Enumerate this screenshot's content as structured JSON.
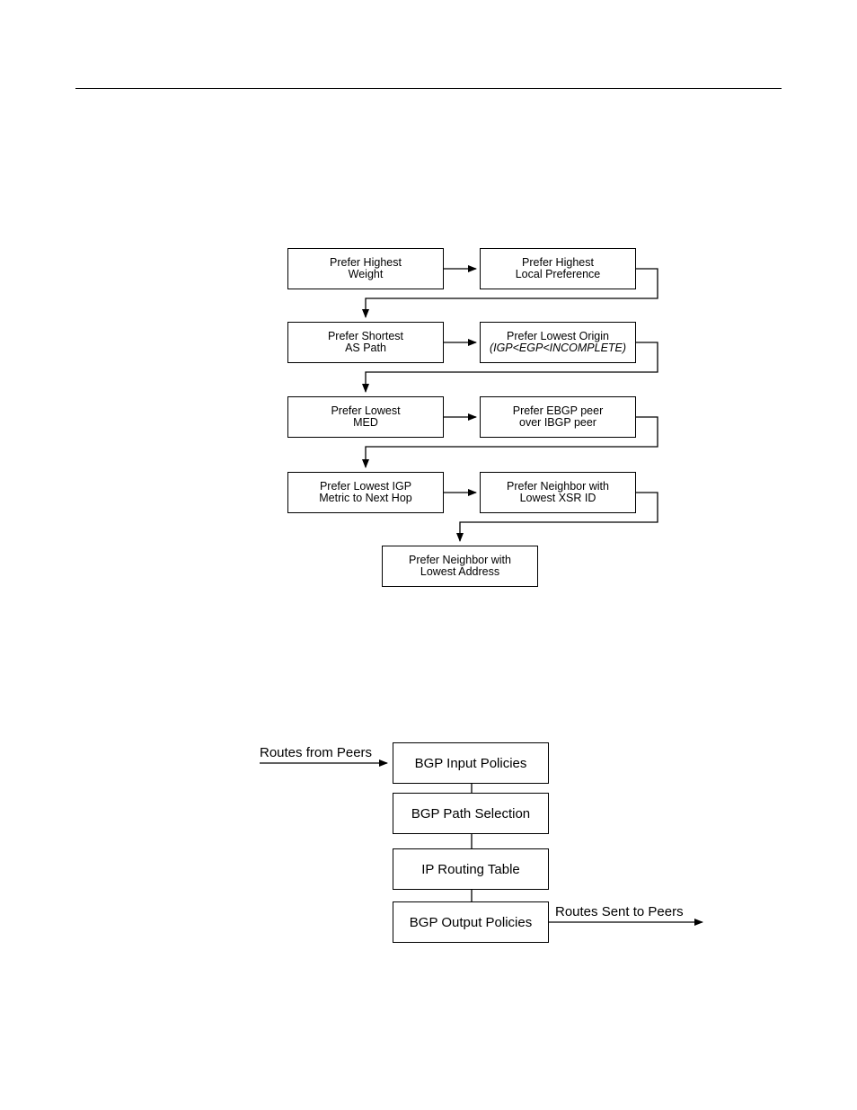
{
  "decision_flow": {
    "weight": [
      "Prefer Highest",
      "Weight"
    ],
    "local_pref": [
      "Prefer Highest",
      "Local Preference"
    ],
    "as_path": [
      "Prefer Shortest",
      "AS Path"
    ],
    "origin": [
      "Prefer Lowest Origin",
      "(IGP<EGP<INCOMPLETE)"
    ],
    "med": [
      "Prefer Lowest",
      "MED"
    ],
    "ebgp": [
      "Prefer EBGP peer",
      "over IBGP peer"
    ],
    "igp_metric": [
      "Prefer Lowest IGP",
      "Metric to Next Hop"
    ],
    "xsr_id": [
      "Prefer Neighbor with",
      "Lowest XSR ID"
    ],
    "address": [
      "Prefer Neighbor with",
      "Lowest Address"
    ]
  },
  "processing_flow": {
    "input_label": "Routes from Peers",
    "output_label": "Routes Sent to Peers",
    "input_policies": "BGP Input Policies",
    "path_selection": "BGP Path Selection",
    "routing_table": "IP Routing Table",
    "output_policies": "BGP Output Policies"
  }
}
